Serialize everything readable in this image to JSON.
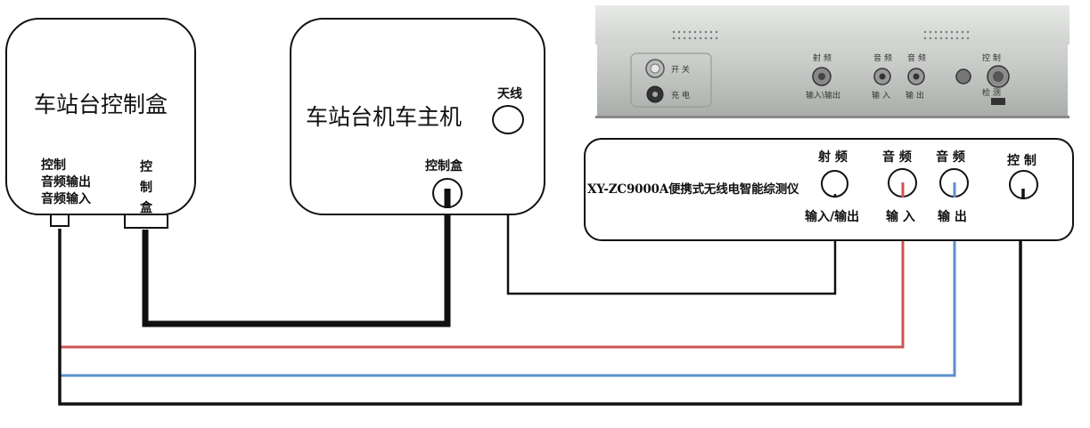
{
  "control_box": {
    "title": "车站台控制盒",
    "port_left_label": "控制\n音频输出\n音频输入",
    "port_right_label": "控制盒"
  },
  "host": {
    "title": "车站台机车主机",
    "antenna_label": "天线",
    "control_port_label": "控制盒"
  },
  "device_photo": {
    "switch_label": "开 关",
    "charge_label": "充 电",
    "rf_top": "射 频",
    "rf_bottom": "输入\\输出",
    "audio_in_top": "音 频",
    "audio_in_bottom": "输 入",
    "audio_out_top": "音 频",
    "audio_out_bottom": "输 出",
    "control_top": "控 制",
    "control_bottom": "检 测"
  },
  "tester": {
    "name": "XY-ZC9000A便携式无线电智能综测仪",
    "rf_label": "射 频",
    "rf_sub": "输入/输出",
    "audio_in_label": "音 频",
    "audio_in_sub": "输 入",
    "audio_out_label": "音 频",
    "audio_out_sub": "输 出",
    "control_label": "控 制"
  },
  "colors": {
    "wire_black": "#111111",
    "wire_red": "#cc5555",
    "wire_blue": "#5b8fcc",
    "device_body": "#c9ccc9"
  }
}
